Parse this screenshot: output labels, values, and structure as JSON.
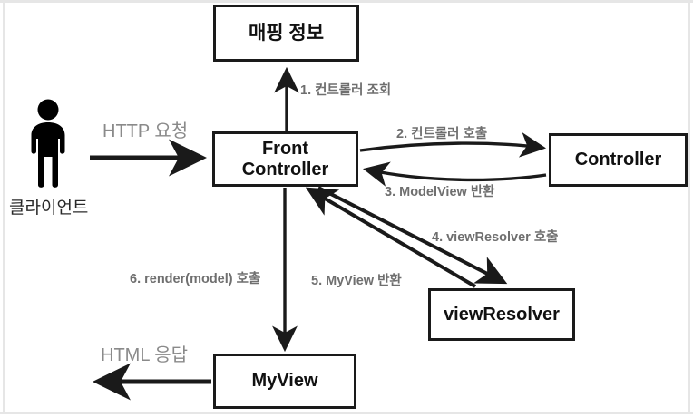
{
  "diagram": {
    "title": "Front Controller pattern flow",
    "nodes": [
      {
        "id": "mapping",
        "label": "매핑 정보"
      },
      {
        "id": "front",
        "label": "Front\nController"
      },
      {
        "id": "controller",
        "label": "Controller"
      },
      {
        "id": "viewresolver",
        "label": "viewResolver"
      },
      {
        "id": "myview",
        "label": "MyView"
      }
    ],
    "actor": {
      "icon": "person-icon",
      "label": "클라이언트"
    },
    "io_labels": {
      "request": "HTTP 요청",
      "response": "HTML 응답"
    },
    "edges": [
      {
        "n": 1,
        "label": "1. 컨트롤러 조회",
        "from": "front",
        "to": "mapping"
      },
      {
        "n": 2,
        "label": "2. 컨트롤러 호출",
        "from": "front",
        "to": "controller"
      },
      {
        "n": 3,
        "label": "3. ModelView 반환",
        "from": "controller",
        "to": "front"
      },
      {
        "n": 4,
        "label": "4. viewResolver 호출",
        "from": "front",
        "to": "viewresolver"
      },
      {
        "n": 5,
        "label": "5. MyView 반환",
        "from": "viewresolver",
        "to": "front"
      },
      {
        "n": 6,
        "label": "6. render(model) 호출",
        "from": "front",
        "to": "myview"
      }
    ],
    "colors": {
      "stroke": "#1a1a1a",
      "node_text": "#111111",
      "edge_label_text": "#6f6f6f",
      "io_label_text": "#8a8a8a",
      "actor_text": "#2a2a2a",
      "background": "#ffffff",
      "frame": "#e6e6e6"
    }
  }
}
